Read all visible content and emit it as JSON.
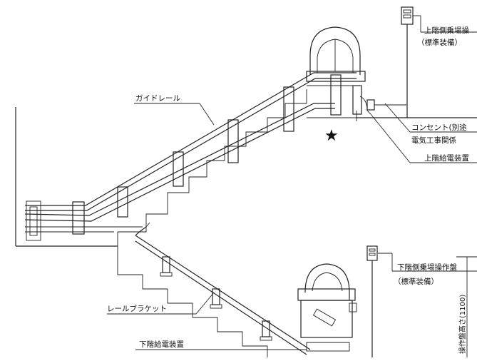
{
  "labels": {
    "upper_panel": "上階側乗場操",
    "upper_panel_std": "（標準装備）",
    "guide_rail": "ガイドレール",
    "outlet_line1": "コンセント(別途",
    "outlet_line2": "電気工事関係",
    "upper_power": "上階給電装置",
    "lower_panel": "下階側乗場操作盤",
    "lower_panel_std": "（標準装備）",
    "rail_bracket": "レールブラケット",
    "lower_power": "下階給電装置",
    "panel_height": "操作盤高さ(1100)"
  },
  "marker": "★"
}
